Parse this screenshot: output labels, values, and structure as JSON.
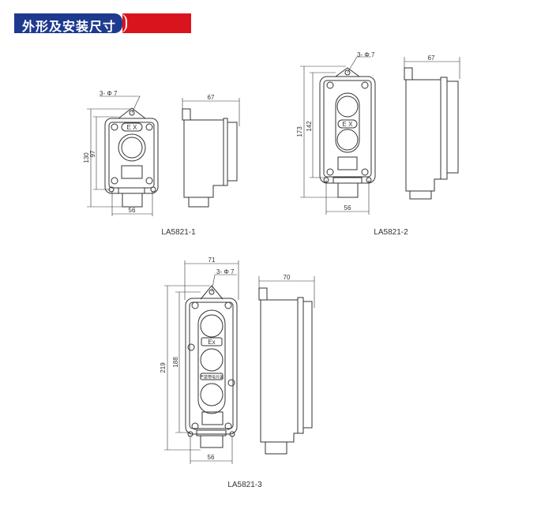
{
  "header": {
    "title": "外形及安装尺寸",
    "colors": {
      "blue": "#1d3a8f",
      "red": "#d9141d"
    }
  },
  "drawings": [
    {
      "model": "LA5821-1",
      "hole": "3- Φ 7",
      "height_total": "130",
      "height_mount": "97",
      "width_mount": "56",
      "depth": "67",
      "mark": "E X"
    },
    {
      "model": "LA5821-2",
      "hole": "3- Φ 7",
      "height_total": "173",
      "height_mount": "142",
      "width_mount": "56",
      "depth": "67",
      "mark": "E X"
    },
    {
      "model": "LA5821-3",
      "hole": "3- Φ 7",
      "height_total": "219",
      "height_mount": "188",
      "width_total": "71",
      "width_mount": "56",
      "depth": "70",
      "mark": "Ex",
      "warning": "严禁带电开盖"
    }
  ]
}
